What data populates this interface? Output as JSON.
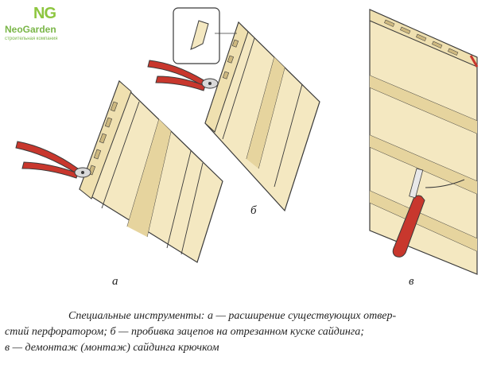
{
  "logo": {
    "mark": "NG",
    "name": "NeoGarden",
    "subtitle": "строительная компания"
  },
  "labels": {
    "a": "а",
    "b": "б",
    "v": "в"
  },
  "caption": {
    "line1": "Специальные инструменты: а — расширение существующих отвер-",
    "line2": "стий перфоратором; б — пробивка зацепов на отрезанном куске сайдинга;",
    "line3": "в — демонтаж (монтаж) сайдинга крючком"
  },
  "colors": {
    "panel": "#f4e8c1",
    "panel_shade": "#e6d49e",
    "outline": "#3a3a3a",
    "tool_handle": "#c8372d",
    "logo_green": "#8dc63f"
  }
}
